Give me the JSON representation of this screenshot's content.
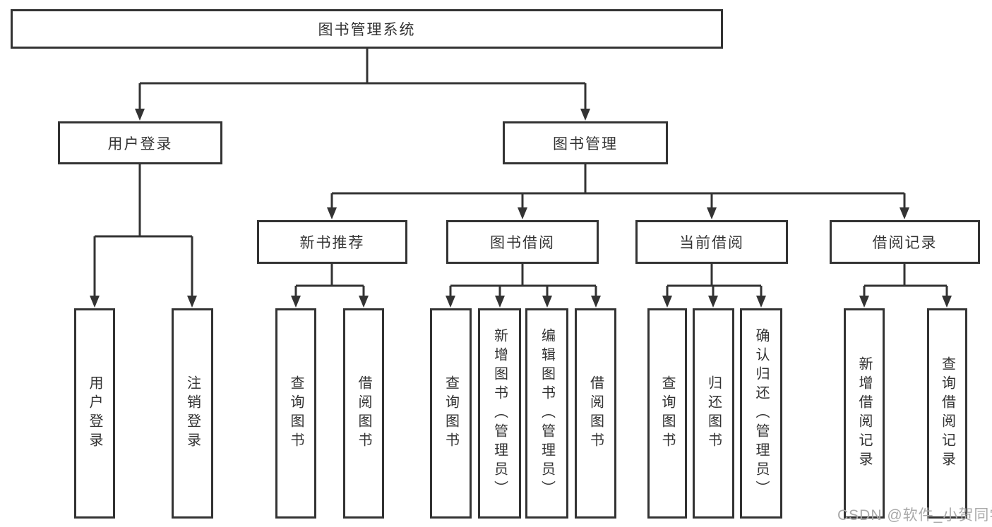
{
  "tree": {
    "root": "图书管理系统",
    "branches": [
      {
        "label": "用户登录",
        "leaves": [
          "用户登录",
          "注销登录"
        ]
      },
      {
        "label": "图书管理",
        "groups": [
          {
            "label": "新书推荐",
            "leaves": [
              "查询图书",
              "借阅图书"
            ]
          },
          {
            "label": "图书借阅",
            "leaves": [
              "查询图书",
              "新增图书（管理员）",
              "编辑图书（管理员）",
              "借阅图书"
            ]
          },
          {
            "label": "当前借阅",
            "leaves": [
              "查询图书",
              "归还图书",
              "确认归还（管理员）"
            ]
          },
          {
            "label": "借阅记录",
            "leaves": [
              "新增借阅记录",
              "查询借阅记录"
            ]
          }
        ]
      }
    ]
  },
  "watermark": {
    "text": "CSDN @软件_小贺同学"
  },
  "colors": {
    "line": "#333333",
    "text": "#333333",
    "watermark": "#a9a9a9",
    "background": "#ffffff"
  }
}
